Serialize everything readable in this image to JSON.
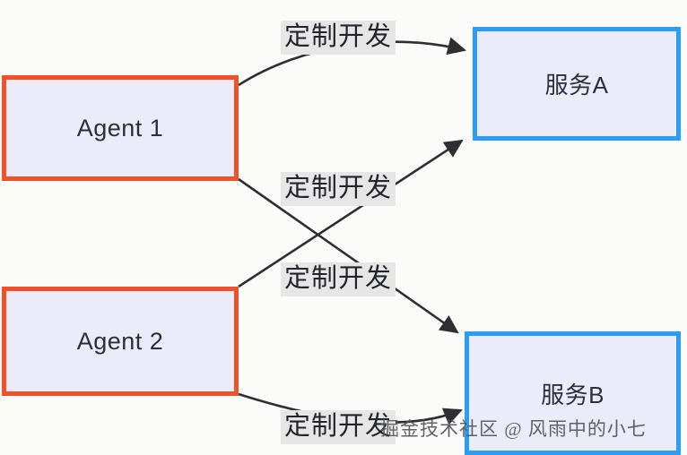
{
  "diagram": {
    "type": "flow-diagram",
    "background_color": "#fbfbfa",
    "nodes": [
      {
        "id": "agent1",
        "label": "Agent 1",
        "border_color": "#f0512a",
        "fill_color": "#ebebfa"
      },
      {
        "id": "agent2",
        "label": "Agent 2",
        "border_color": "#f0512a",
        "fill_color": "#ebebfa"
      },
      {
        "id": "serviceA",
        "label": "服务A",
        "border_color": "#2a9df4",
        "fill_color": "#ebebfa"
      },
      {
        "id": "serviceB",
        "label": "服务B",
        "border_color": "#2a9df4",
        "fill_color": "#ebebfa"
      }
    ],
    "edges": [
      {
        "id": "e1",
        "from": "agent1",
        "to": "serviceA",
        "label": "定制开发"
      },
      {
        "id": "e2",
        "from": "agent2",
        "to": "serviceA",
        "label": "定制开发"
      },
      {
        "id": "e3",
        "from": "agent1",
        "to": "serviceB",
        "label": "定制开发"
      },
      {
        "id": "e4",
        "from": "agent2",
        "to": "serviceB",
        "label": "定制开发"
      }
    ],
    "edge_color": "#2f2f33",
    "label_background": "#e6e6e6"
  },
  "watermark": {
    "text": "掘金技术社区 @ 风雨中的小七"
  }
}
